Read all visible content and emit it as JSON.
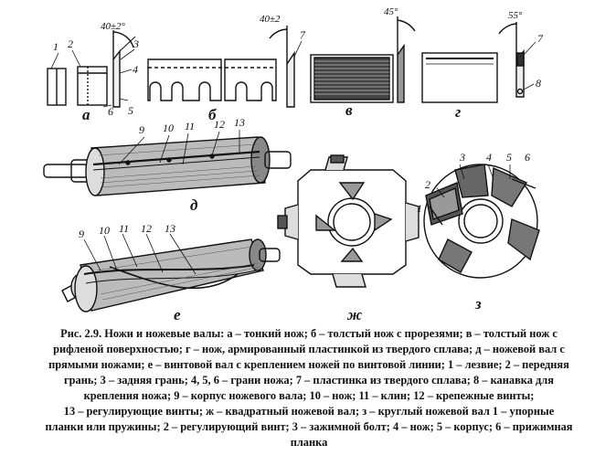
{
  "figure": {
    "panel_letters": {
      "a": "а",
      "b": "б",
      "v": "в",
      "g": "г",
      "d": "д",
      "e": "е",
      "zh": "ж",
      "z": "з"
    },
    "angles": {
      "a": "40±2°",
      "b": "40±2",
      "v": "45°",
      "g": "55°"
    },
    "callouts": {
      "a": [
        "1",
        "2",
        "3",
        "4",
        "5",
        "6"
      ],
      "b": [
        "7"
      ],
      "g": [
        "7",
        "8"
      ],
      "d": [
        "9",
        "10",
        "11",
        "12",
        "13"
      ],
      "e": [
        "9",
        "10",
        "11",
        "12",
        "13"
      ],
      "z": [
        "1",
        "2",
        "3",
        "4",
        "5",
        "6"
      ]
    }
  },
  "caption": {
    "lines": [
      "Рис. 2.9. Ножи и ножевые валы: а – тонкий нож; б – толстый нож с прорезями; в – толстый нож с",
      "рифленой поверхностью; г – нож, армированный пластинкой из твердого сплава; д – ножевой вал с",
      "прямыми ножами; е – винтовой вал с креплением ножей по винтовой линии; 1 – лезвие; 2 – передняя",
      "грань; 3 – задняя грань; 4, 5, 6 – грани ножа; 7 – пластинка из твердого сплава; 8 – канавка для",
      "крепления ножа; 9 – корпус ножевого вала; 10 – нож; 11 – клин; 12 – крепежные винты;",
      "13 – регулирующие винты; ж – квадратный ножевой вал; з – круглый ножевой вал 1 – упорные",
      "планки или пружины; 2 – регулирующий винт; 3 – зажимной болт; 4 – нож; 5 – корпус; 6 – прижимная",
      "планка"
    ]
  }
}
